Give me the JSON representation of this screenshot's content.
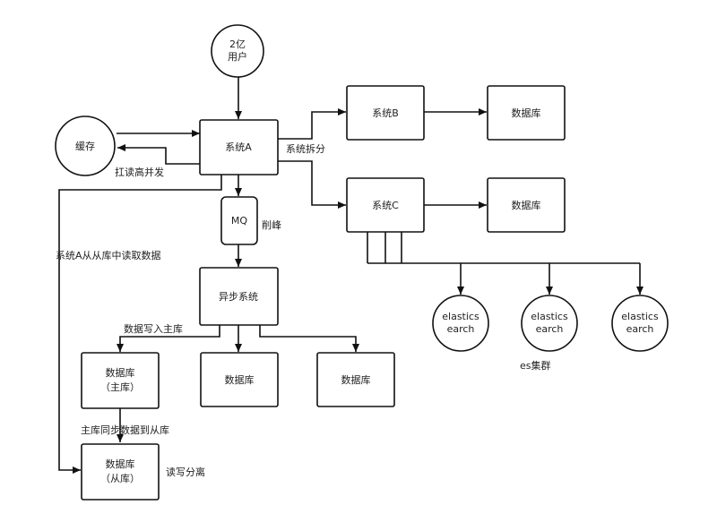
{
  "nodes": {
    "users": [
      "2亿",
      "用户"
    ],
    "cache": [
      "缓存"
    ],
    "system_a": [
      "系统A"
    ],
    "mq": [
      "MQ"
    ],
    "async_system": [
      "异步系统"
    ],
    "system_b": [
      "系统B"
    ],
    "db_b": [
      "数据库"
    ],
    "system_c": [
      "系统C"
    ],
    "db_c": [
      "数据库"
    ],
    "es1": [
      "elastics",
      "earch"
    ],
    "es2": [
      "elastics",
      "earch"
    ],
    "es3": [
      "elastics",
      "earch"
    ],
    "db_master": [
      "数据库",
      "（主库）"
    ],
    "db_mid": [
      "数据库"
    ],
    "db_right": [
      "数据库"
    ],
    "db_slave": [
      "数据库",
      "（从库）"
    ]
  },
  "labels": {
    "cache_high_concurrency": "扛读高并发",
    "system_split": "系统拆分",
    "peak_shaving": "削峰",
    "read_from_slave": "系统A从从库中读取数据",
    "write_master": "数据写入主库",
    "es_cluster": "es集群",
    "master_sync": "主库同步数据到从库",
    "rw_split": "读写分离"
  }
}
